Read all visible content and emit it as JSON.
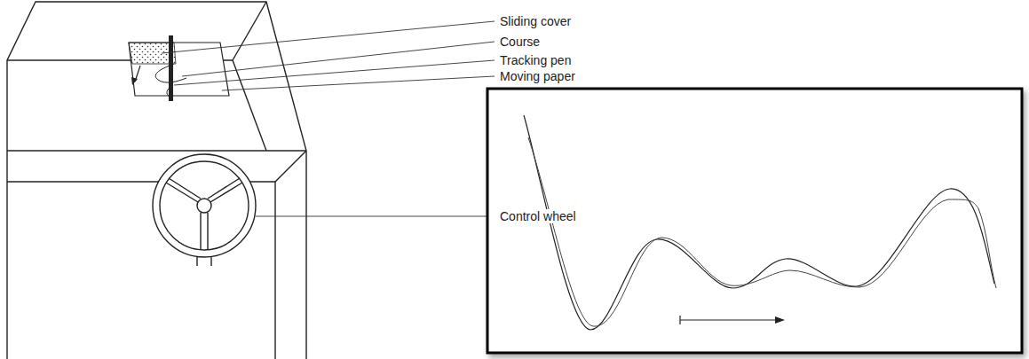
{
  "diagram": {
    "labels": [
      "Sliding cover",
      "Course",
      "Tracking pen",
      "Moving paper",
      "Control wheel"
    ]
  }
}
